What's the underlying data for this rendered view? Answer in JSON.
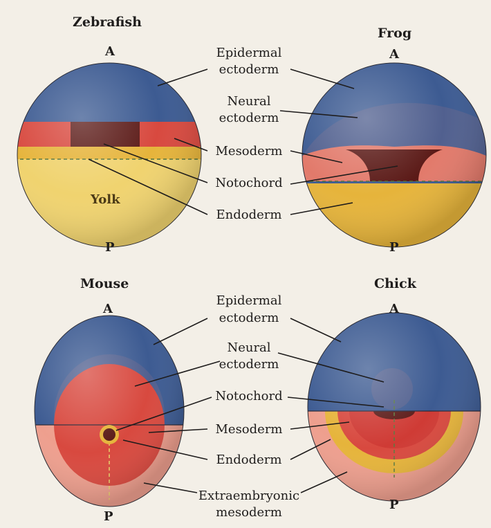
{
  "colors": {
    "epidermal": "#3d5b92",
    "neural": "#51608f",
    "mesoderm": "#d8493f",
    "notochord": "#5b1a17",
    "endoderm": "#e6b43b",
    "yolk": "#f0d36f",
    "extraembryonic": "#ee9f8e",
    "background": "#f3efe7"
  },
  "zebrafish": {
    "title": "Zebrafish",
    "anterior": "A",
    "posterior": "P",
    "yolk": "Yolk",
    "labels": {
      "epidermal_1": "Epidermal",
      "epidermal_2": "ectoderm",
      "neural_1": "Neural",
      "neural_2": "ectoderm",
      "mesoderm": "Mesoderm",
      "notochord": "Notochord",
      "endoderm": "Endoderm"
    }
  },
  "frog": {
    "title": "Frog",
    "anterior": "A",
    "posterior": "P"
  },
  "mouse": {
    "title": "Mouse",
    "anterior": "A",
    "posterior": "P",
    "labels": {
      "epidermal_1": "Epidermal",
      "epidermal_2": "ectoderm",
      "neural_1": "Neural",
      "neural_2": "ectoderm",
      "notochord": "Notochord",
      "mesoderm": "Mesoderm",
      "endoderm": "Endoderm",
      "extraembryonic_1": "Extraembryonic",
      "extraembryonic_2": "mesoderm"
    }
  },
  "chick": {
    "title": "Chick",
    "anterior": "A",
    "posterior": "P"
  }
}
